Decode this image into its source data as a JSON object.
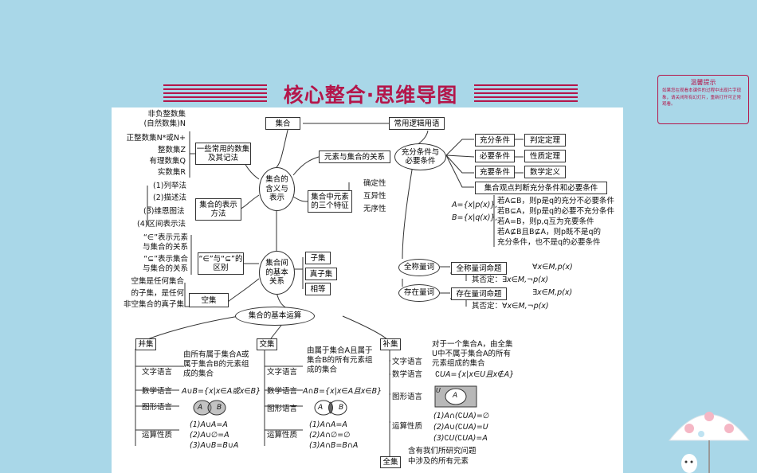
{
  "title": "核心整合·思维导图",
  "tip": {
    "title": "温馨提示",
    "body": "如果您在观看本课件的过程中出现片字现象，请关闭所有幻灯片，重新打开可正常观看。"
  },
  "nodes": {
    "jihe": "集合",
    "changyong": "常用逻辑用语",
    "hanyi": "集合的含义与表示",
    "shuji": "一些常用的数集及其记法",
    "biaoshi": "集合的表示方法",
    "ysgx": "元素与集合的关系",
    "tezheng": "集合中元素的三个特征",
    "qdx": "确定性",
    "hyx": "互异性",
    "wxx": "无序性",
    "jbgx": "集合间的基本关系",
    "in_sub": "“∈”与“⊆”的区别",
    "ziji": "子集",
    "zhenziji": "真子集",
    "xiangdeng": "相等",
    "kongji": "空集",
    "yunsuan": "集合的基本运算",
    "cfbb": "充分条件与必要条件",
    "cftj": "充分条件",
    "bytj": "必要条件",
    "cytj": "充要条件",
    "pddl": "判定定理",
    "xzdl": "性质定理",
    "sxdy": "数学定义",
    "jhgd": "集合观点判断充分条件和必要条件",
    "qclc": "全称量词",
    "qcmt": "全称量词命题",
    "czlc": "存在量词",
    "czmt": "存在量词命题",
    "bingji": "并集",
    "jiaoji": "交集",
    "buji": "补集",
    "quanji": "全集"
  },
  "numsets": [
    "非负整数集",
    "(自然数集)N",
    "正整数集N*或N+",
    "整数集Z",
    "有理数集Q",
    "实数集R"
  ],
  "methods": [
    "(1)列举法",
    "(2)描述法",
    "(3)维恩图法",
    "(4)区间表示法"
  ],
  "relnotes": [
    "“∈”表示元素",
    "与集合的关系",
    "“⊆”表示集合",
    "与集合的关系"
  ],
  "empty": [
    "空集是任何集合",
    "的子集，是任何",
    "非空集合的真子集"
  ],
  "setdef": [
    "A={x|p(x)},",
    "B={x|q(x)},"
  ],
  "conds": [
    "若A⊆B，则p是q的充分不必要条件",
    "若B⊆A，则p是q的必要不充分条件",
    "若A=B，则p,q互为充要条件",
    "若A⊈B且B⊈A，则p既不是q的",
    "充分条件，也不是q的必要条件"
  ],
  "quant": {
    "all": "∀x∈M,p(x)",
    "neg_all_label": "其否定：",
    "neg_all": "∃x∈M,¬p(x)",
    "exists": "∃x∈M,p(x)",
    "neg_exists_label": "其否定：",
    "neg_exists": "∀x∈M,¬p(x)"
  },
  "labels": {
    "wenzi": "文字语言",
    "fuhao": "数学语言",
    "tuxing": "图形语言",
    "xingzhi": "运算性质"
  },
  "union": {
    "text": [
      "由所有属于集合A或",
      "属于集合B的元素组",
      "成的集合"
    ],
    "math": "A∪B={x|x∈A或x∈B}",
    "props": [
      "(1)A∪A=A",
      "(2)A∪∅=A",
      "(3)A∪B=B∪A"
    ]
  },
  "inter": {
    "text": [
      "由属于集合A且属于",
      "集合B的所有元素组",
      "成的集合"
    ],
    "math": "A∩B={x|x∈A且x∈B}",
    "props": [
      "(1)A∩A=A",
      "(2)A∩∅=∅",
      "(3)A∩B=B∩A"
    ]
  },
  "comp": {
    "text": [
      "对于一个集合A，由全集",
      "U中不属于集合A的所有",
      "元素组成的集合"
    ],
    "math": "∁UA={x|x∈U且x∉A}",
    "props": [
      "(1)A∩(∁UA)=∅",
      "(2)A∪(∁UA)=U",
      "(3)∁U(∁UA)=A"
    ],
    "quanji_desc": [
      "含有我们所研究问题",
      "中涉及的所有元素"
    ]
  },
  "venn": {
    "A": "A",
    "B": "B",
    "U": "U"
  }
}
